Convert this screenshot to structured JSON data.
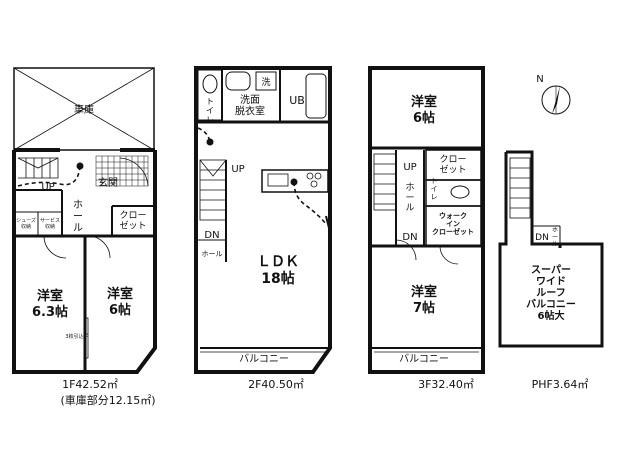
{
  "floors": {
    "f1": {
      "area": "1F42.52㎡",
      "note": "(車庫部分12.15㎡)",
      "garage": "車庫",
      "entrance": "玄関",
      "up": "UP",
      "hall": "ホール",
      "closet": "クロー\nゼット",
      "cabinet1": "サービス\n収納",
      "cabinet2": "シューズ\n収納",
      "room1_name": "洋室",
      "room1_size": "6.3帖",
      "room2_name": "洋室",
      "room2_size": "6帖",
      "door_note": "3枚引込戸"
    },
    "f2": {
      "area": "2F40.50㎡",
      "toilet": "トイレ",
      "washroom": "洗面\n脱衣室",
      "wash_mark": "洗",
      "ub": "UB",
      "up": "UP",
      "dn": "DN",
      "hall": "ホール",
      "ldk_name": "ＬＤＫ",
      "ldk_size": "18帖",
      "balcony": "バルコニー"
    },
    "f3": {
      "area": "3F32.40㎡",
      "room1_name": "洋室",
      "room1_size": "6帖",
      "closet": "クロー\nゼット",
      "up": "UP",
      "dn": "DN",
      "hall": "ホール",
      "toilet": "トイレ",
      "walkin": "ウォーク\nイン\nクローゼット",
      "room2_name": "洋室",
      "room2_size": "7帖",
      "balcony": "バルコニー"
    },
    "ph": {
      "area": "PHF3.64㎡",
      "dn": "DN",
      "hall": "ホール",
      "roof_text": "スーパー\nワイド\nルーフ\nバルコニー\n6帖大"
    }
  },
  "compass": {
    "label": "N"
  }
}
